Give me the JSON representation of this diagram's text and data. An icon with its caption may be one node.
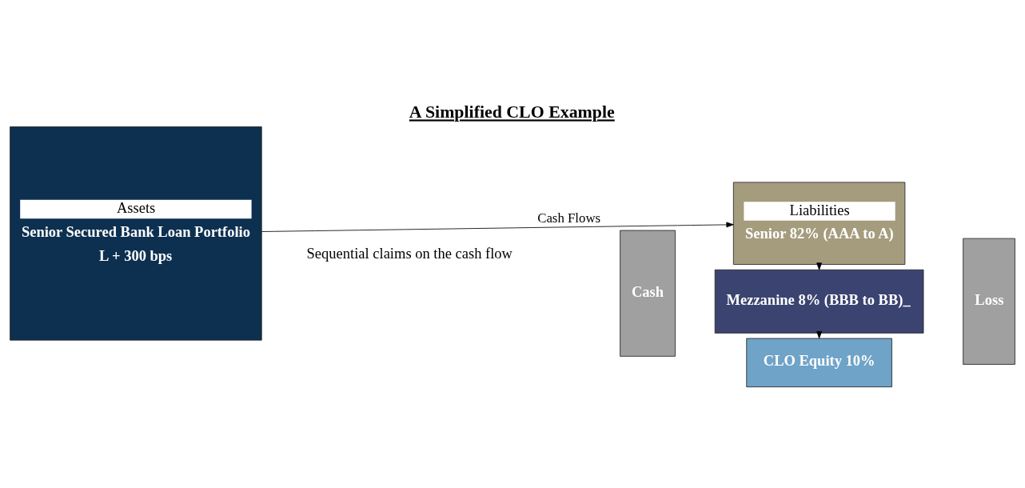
{
  "diagram": {
    "title": "A Simplified CLO Example",
    "nodes": [
      {
        "text": [
          "Assets",
          "Senior Secured Bank Loan Portfolio",
          "L + 300 bps"
        ]
      },
      {
        "text": [
          "Liabilities",
          "Senior 82% (AAA to A)"
        ]
      },
      {
        "text": [
          "Mezzanine 8% (BBB to BB)_"
        ]
      },
      {
        "text": [
          "CLO Equity 10%"
        ]
      },
      {
        "text": [
          "Cash"
        ]
      },
      {
        "text": [
          "Loss"
        ]
      }
    ],
    "edges": [
      {
        "from": 0,
        "to": 1,
        "arrow": "to",
        "label": "Cash Flows"
      },
      {
        "from": 1,
        "to": 2,
        "arrow": "to"
      },
      {
        "from": 2,
        "to": 3,
        "arrow": "to"
      }
    ],
    "labels": [
      "Sequential claims on the cash flow"
    ]
  }
}
